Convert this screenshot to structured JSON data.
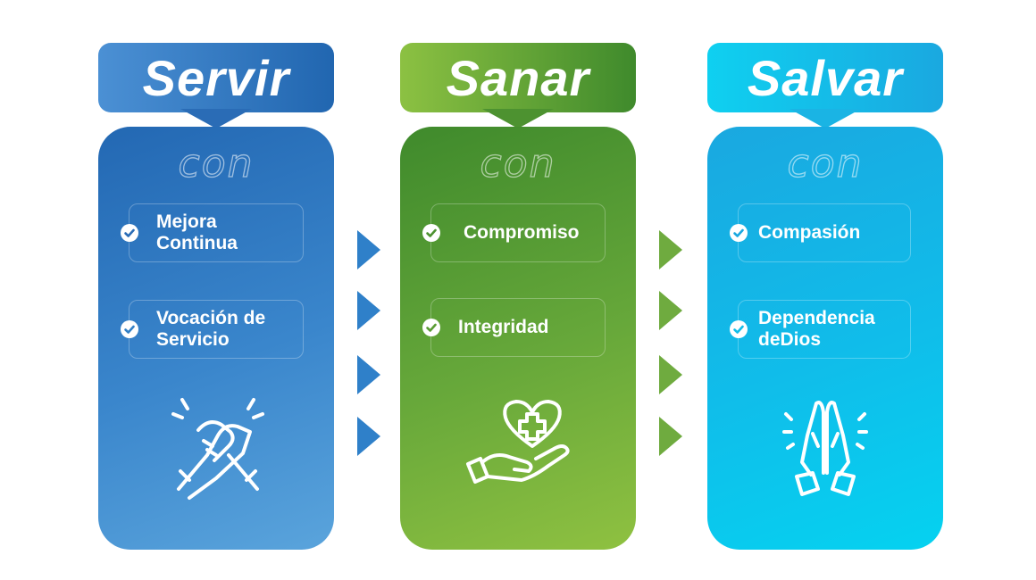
{
  "colors": {
    "servir_dark": "#2368b3",
    "servir_light": "#5aa4dc",
    "sanar_dark": "#3f8a2c",
    "sanar_light": "#8fc141",
    "salvar_dark": "#1aa8e0",
    "salvar_light": "#05d2f0",
    "arrow_blue": "#2f80c9",
    "arrow_green": "#6fab3f"
  },
  "columns": [
    {
      "title": "Servir",
      "connector": "con",
      "items": [
        {
          "label": "Mejora Continua"
        },
        {
          "label": "Vocación de Servicio"
        }
      ],
      "icon": "handshake-icon"
    },
    {
      "title": "Sanar",
      "connector": "con",
      "items": [
        {
          "label": "Compromiso"
        },
        {
          "label": "Integridad"
        }
      ],
      "icon": "heart-hand-icon"
    },
    {
      "title": "Salvar",
      "connector": "con",
      "items": [
        {
          "label": "Compasión"
        },
        {
          "label": "Dependencia deDios"
        }
      ],
      "icon": "praying-hands-icon"
    }
  ]
}
